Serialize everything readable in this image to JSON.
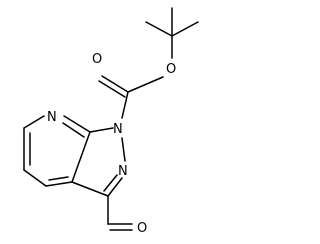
{
  "molecule": {
    "atoms": {
      "n_pyridine": "N",
      "n1": "N",
      "n2": "N",
      "o_carbonyl": "O",
      "o_ester": "O",
      "o_aldehyde": "O"
    }
  }
}
